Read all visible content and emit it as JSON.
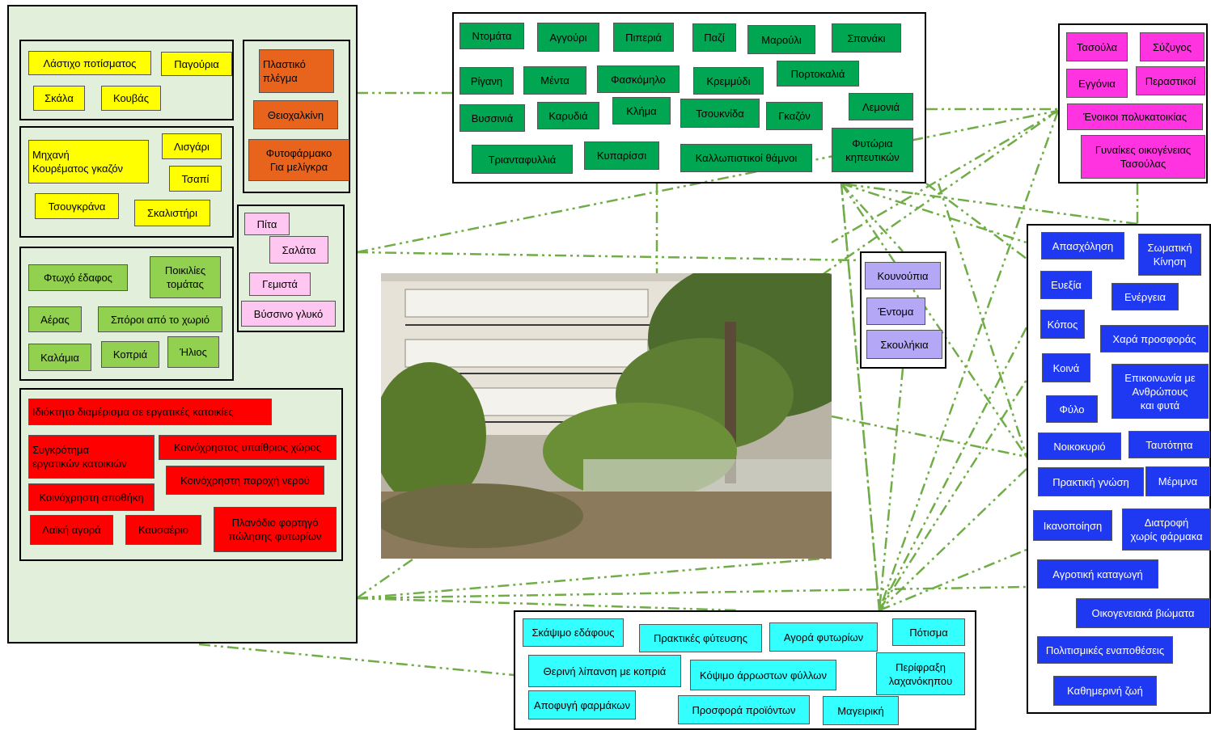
{
  "colors": {
    "connector": "#70ad47",
    "panel_bg": "#e2efda",
    "yellow": "#ffff00",
    "orange": "#e8641c",
    "pink": "#ffc6f2",
    "light_green": "#92d050",
    "red": "#ff0000",
    "green": "#00a651",
    "magenta": "#ff33e0",
    "blue": "#1f39f2",
    "lavender": "#b4a7f5",
    "cyan": "#33ffff"
  },
  "left_panel": {
    "tools": [
      "Λάστιχο ποτίσματος",
      "Παγούρια",
      "Σκάλα",
      "Κουβάς"
    ],
    "equipment": [
      "Μηχανή\nΚουρέματος γκαζόν",
      "Λισγάρι",
      "Τσαπί",
      "Τσουγκράνα",
      "Σκαλιστήρι"
    ],
    "resources": [
      "Φτωχό έδαφος",
      "Ποικιλίες\nτομάτας",
      "Αέρας",
      "Σπόροι από το χωριό",
      "Καλάμια",
      "Κοπριά",
      "Ήλιος"
    ],
    "settings": [
      "Ιδιόκτητο διαμέρισμα σε εργατικές κατοικίες",
      "Συγκρότημα\nεργατικών κατοικιών",
      "Κοινόχρηστος υπαίθριος χώρος",
      "Κοινόχρηστη παροχή νερού",
      "Κοινόχρηστη αποθήκη",
      "Λαϊκή αγορά",
      "Καυσαέριο",
      "Πλανόδιο φορτηγό\nπώλησης φυτωρίων"
    ],
    "materials": [
      "Πλαστικό\nπλέγμα",
      "Θειοχαλκίνη",
      "Φυτοφάρμακο\nΓια μελίγκρα"
    ],
    "dishes": [
      "Πίτα",
      "Σαλάτα",
      "Γεμιστά",
      "Βύσσινο γλυκό"
    ]
  },
  "plants": [
    "Ντομάτα",
    "Αγγούρι",
    "Πιπεριά",
    "Παζί",
    "Μαρούλι",
    "Σπανάκι",
    "Ρίγανη",
    "Μέντα",
    "Φασκόμηλο",
    "Κρεμμύδι",
    "Πορτοκαλιά",
    "Βυσσινιά",
    "Καρυδιά",
    "Κλήμα",
    "Τσουκνίδα",
    "Γκαζόν",
    "Λεμονιά",
    "Τριανταφυλλιά",
    "Κυπαρίσσι",
    "Καλλωπιστικοί θάμνοι",
    "Φυτώρια\nκηπευτικών"
  ],
  "people": [
    "Τασούλα",
    "Σύζυγος",
    "Εγγόνια",
    "Περαστικοί",
    "Ένοικοι πολυκατοικίας",
    "Γυναίκες οικογένειας\nΤασούλας"
  ],
  "meanings": [
    "Απασχόληση",
    "Σωματική\nΚίνηση",
    "Ευεξία",
    "Ενέργεια",
    "Κόπος",
    "Χαρά προσφοράς",
    "Κοινά",
    "Επικοινωνία με\nΑνθρώπους\nκαι φυτά",
    "Φύλο",
    "Νοικοκυριό",
    "Ταυτότητα",
    "Πρακτική γνώση",
    "Μέριμνα",
    "Ικανοποίηση",
    "Διατροφή\nχωρίς φάρμακα",
    "Αγροτική καταγωγή",
    "Οικογενειακά βιώματα",
    "Πολιτισμικές εναποθέσεις",
    "Καθημερινή ζωή"
  ],
  "pests": [
    "Κουνούπια",
    "Έντομα",
    "Σκουλήκια"
  ],
  "practices": [
    "Σκάψιμο εδάφους",
    "Πρακτικές φύτευσης",
    "Αγορά φυτωρίων",
    "Πότισμα",
    "Θερινή λίπανση με κοπριά",
    "Κόψιμο άρρωστων φύλλων",
    "Περίφραξη\nλαχανόκηπου",
    "Αποφυγή φαρμάκων",
    "Προσφορά προϊόντων",
    "Μαγειρική"
  ],
  "photo_icon": "garden-photo"
}
